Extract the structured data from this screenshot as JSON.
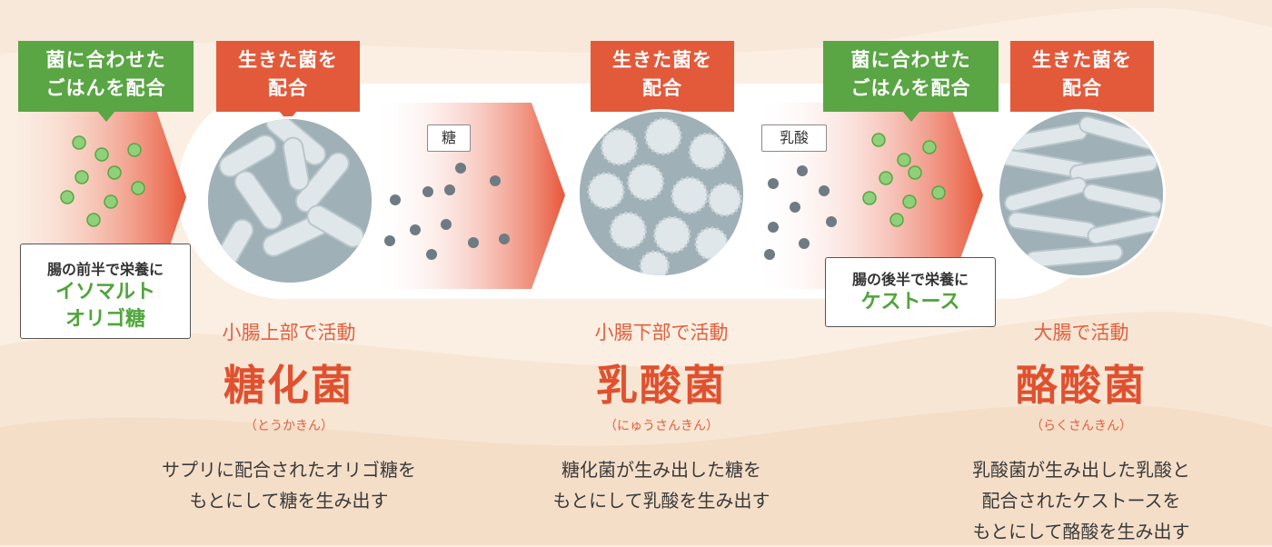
{
  "tags": {
    "t1": "菌に合わせた\nごはんを配合",
    "t2": "生きた菌を\n配合",
    "t3": "生きた菌を\n配合",
    "t4": "菌に合わせた\nごはんを配合",
    "t5": "生きた菌を\n配合"
  },
  "flow_labels": {
    "sugar": "糖",
    "lactic": "乳酸"
  },
  "nutrients": {
    "first": {
      "caption": "腸の前半で栄養に",
      "name": "イソマルト\nオリゴ糖"
    },
    "second": {
      "caption": "腸の後半で栄養に",
      "name": "ケストース"
    }
  },
  "bacteria": [
    {
      "location": "小腸上部で活動",
      "name": "糖化菌",
      "reading": "（とうかきん）",
      "description": "サプリに配合されたオリゴ糖を\nもとにして糖を生み出す"
    },
    {
      "location": "小腸下部で活動",
      "name": "乳酸菌",
      "reading": "（にゅうさんきん）",
      "description": "糖化菌が生み出した糖を\nもとにして乳酸を生み出す"
    },
    {
      "location": "大腸で活動",
      "name": "酪酸菌",
      "reading": "（らくさんきん）",
      "description": "乳酸菌が生み出した乳酸と\n配合されたケストースを\nもとにして酪酸を生み出す"
    }
  ],
  "colors": {
    "green": "#5aa544",
    "red": "#e35a3b",
    "accent": "#e0512f"
  }
}
